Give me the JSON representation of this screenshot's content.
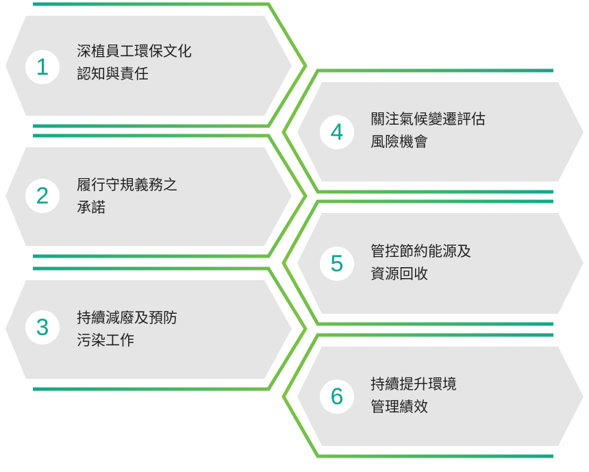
{
  "colors": {
    "hex_fill": "#e5e5e5",
    "line_green": "#7cc243",
    "line_teal": "#10a887",
    "number": "#00a58c",
    "text": "#1f1f1f"
  },
  "items": [
    {
      "number": "1",
      "line1": "深植員工環保文化",
      "line2": "認知與責任"
    },
    {
      "number": "2",
      "line1": "履行守規義務之",
      "line2": "承諾"
    },
    {
      "number": "3",
      "line1": "持續減廢及預防",
      "line2": "污染工作"
    },
    {
      "number": "4",
      "line1": "關注氣候變遷評估",
      "line2": "風險機會"
    },
    {
      "number": "5",
      "line1": "管控節約能源及",
      "line2": "資源回收"
    },
    {
      "number": "6",
      "line1": "持續提升環境",
      "line2": "管理績效"
    }
  ]
}
